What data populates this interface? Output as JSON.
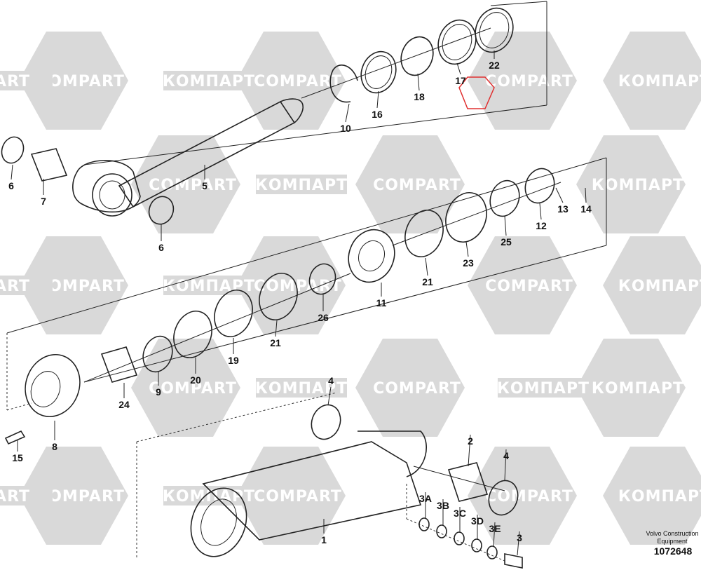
{
  "watermark": {
    "brand_latin": "COMPART",
    "brand_cyrillic": "КОМПАРТ",
    "brand_partial_left": "PART",
    "tile_color": "#d9d9d9"
  },
  "highlight_color": "#e03030",
  "parts": [
    {
      "id": "p22",
      "label": "22"
    },
    {
      "id": "p17",
      "label": "17"
    },
    {
      "id": "p18",
      "label": "18"
    },
    {
      "id": "p16",
      "label": "16"
    },
    {
      "id": "p10",
      "label": "10"
    },
    {
      "id": "p6a",
      "label": "6"
    },
    {
      "id": "p7",
      "label": "7"
    },
    {
      "id": "p5",
      "label": "5"
    },
    {
      "id": "p6b",
      "label": "6"
    },
    {
      "id": "p13",
      "label": "13"
    },
    {
      "id": "p14",
      "label": "14"
    },
    {
      "id": "p12",
      "label": "12"
    },
    {
      "id": "p25",
      "label": "25"
    },
    {
      "id": "p23",
      "label": "23"
    },
    {
      "id": "p21a",
      "label": "21"
    },
    {
      "id": "p11",
      "label": "11"
    },
    {
      "id": "p26",
      "label": "26"
    },
    {
      "id": "p21b",
      "label": "21"
    },
    {
      "id": "p19",
      "label": "19"
    },
    {
      "id": "p20",
      "label": "20"
    },
    {
      "id": "p9",
      "label": "9"
    },
    {
      "id": "p24",
      "label": "24"
    },
    {
      "id": "p8",
      "label": "8"
    },
    {
      "id": "p15",
      "label": "15"
    },
    {
      "id": "p4a",
      "label": "4"
    },
    {
      "id": "p2",
      "label": "2"
    },
    {
      "id": "p4b",
      "label": "4"
    },
    {
      "id": "p3A",
      "label": "3A"
    },
    {
      "id": "p3B",
      "label": "3B"
    },
    {
      "id": "p3C",
      "label": "3C"
    },
    {
      "id": "p3D",
      "label": "3D"
    },
    {
      "id": "p3E",
      "label": "3E"
    },
    {
      "id": "p3",
      "label": "3"
    },
    {
      "id": "p1",
      "label": "1"
    }
  ],
  "footer": {
    "line1": "Volvo Construction",
    "line2": "Equipment",
    "drawing_number": "1072648"
  }
}
